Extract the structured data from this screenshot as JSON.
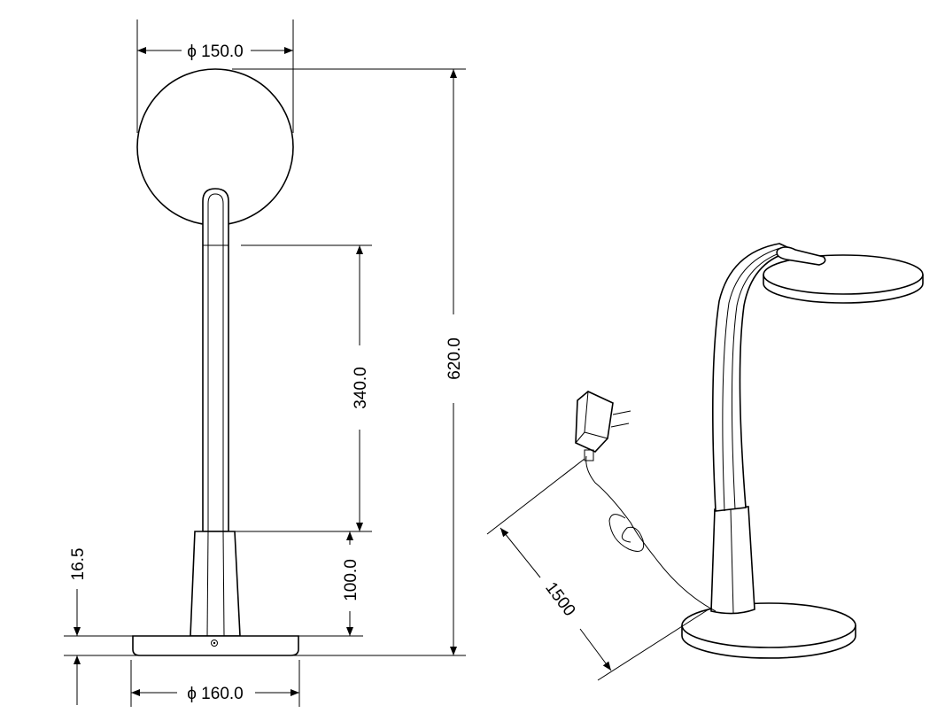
{
  "labels": {
    "head_diameter": "ϕ 150.0",
    "total_height": "620.0",
    "arm_height": "340.0",
    "column_height": "100.0",
    "base_thickness": "16.5",
    "base_diameter": "ϕ 160.0",
    "cable_length": "1500"
  }
}
